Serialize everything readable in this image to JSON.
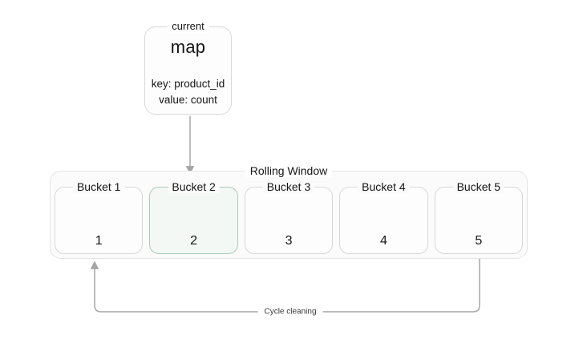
{
  "diagram": {
    "current_box": {
      "legend": "current",
      "title": "map",
      "lines": [
        "key: product_id",
        "value: count"
      ]
    },
    "rolling_window": {
      "legend": "Rolling Window",
      "buckets": [
        {
          "label": "Bucket 1",
          "value": "1",
          "highlighted": false
        },
        {
          "label": "Bucket 2",
          "value": "2",
          "highlighted": true
        },
        {
          "label": "Bucket 3",
          "value": "3",
          "highlighted": false
        },
        {
          "label": "Bucket 4",
          "value": "4",
          "highlighted": false
        },
        {
          "label": "Bucket 5",
          "value": "5",
          "highlighted": false
        }
      ]
    },
    "cycle_arrow": {
      "label": "Cycle cleaning"
    },
    "colors": {
      "highlight_border": "#abcbba",
      "highlight_bg": "#f3f8f5",
      "arrow": "#a6a6a6"
    }
  }
}
